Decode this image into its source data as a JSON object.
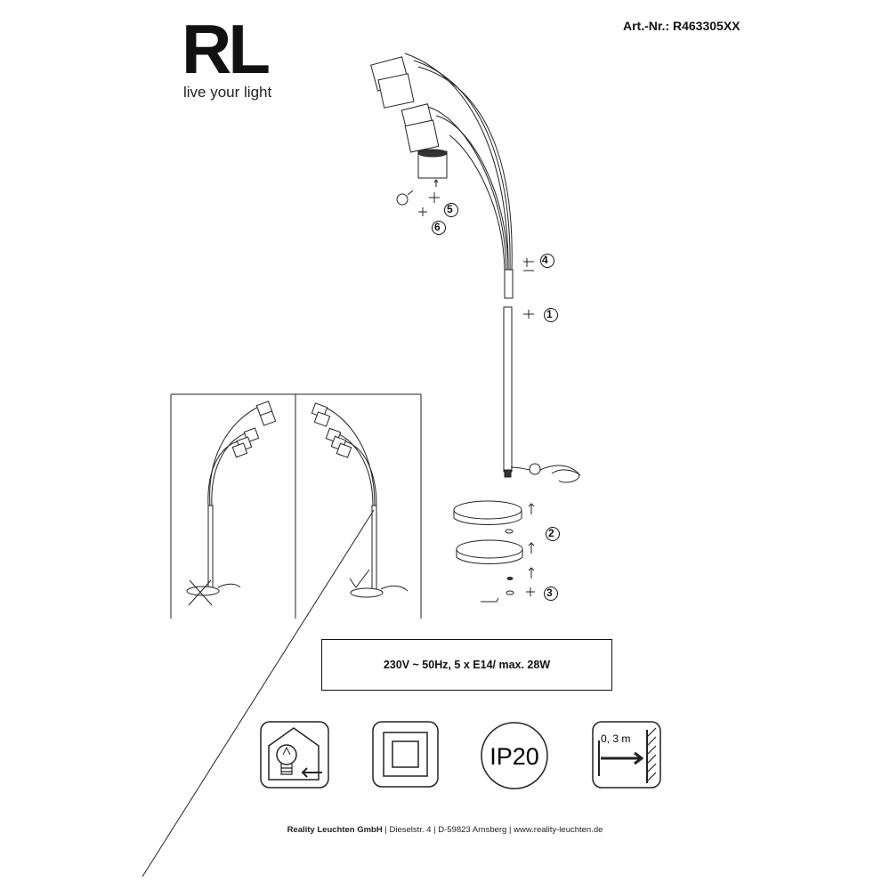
{
  "logo": {
    "mark": "RL",
    "tagline": "live your light"
  },
  "article_number": "Art.-Nr.: R463305XX",
  "spec_text": "230V ~ 50Hz, 5 x E14/ max. 28W",
  "steps": [
    "1",
    "2",
    "3",
    "4",
    "5",
    "6"
  ],
  "icons": {
    "ip_rating": "IP20",
    "distance": "0, 3 m",
    "symbols": [
      "bulb-replaceable-icon",
      "protection-class-ii-icon",
      "ip20-icon",
      "min-distance-icon"
    ]
  },
  "footer": {
    "company": "Reality Leuchten GmbH",
    "address": "Dieselstr. 4",
    "city": "D-59823 Arnsberg",
    "website": "www.reality-leuchten.de"
  }
}
